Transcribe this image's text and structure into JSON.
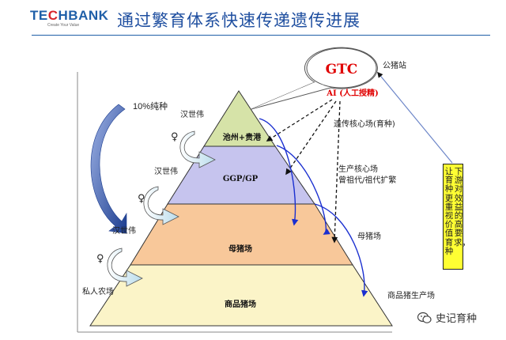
{
  "logo": {
    "brand_pre": "TE",
    "brand_accent": "C",
    "brand_post": "HBANK",
    "tagline": "Create Your Value"
  },
  "title": "通过繁育体系快速传递遗传进展",
  "gtc": {
    "label": "GTC",
    "ai": "AI (人工授精)"
  },
  "pyramid": {
    "levels": [
      {
        "label": "池州+贵港",
        "color": "#d6e3a8"
      },
      {
        "label": "GGP/GP",
        "color": "#c6c4ee"
      },
      {
        "label": "母猪场",
        "color": "#f8c89a"
      },
      {
        "label": "商品猪场",
        "color": "#fbf4c8"
      }
    ]
  },
  "left": {
    "pure": "10%纯种",
    "breed1": "汉世伟",
    "breed2": "汉世伟",
    "breed3": "汉世伟",
    "farm": "私人农场",
    "female": "♀"
  },
  "right": {
    "boar": "公猪站",
    "core": "遗传核心场(育种)",
    "prod_core": "生产核心场",
    "prod_core2": "曾祖代/祖代扩繁",
    "sow": "母猪场",
    "commercial": "商品猪生产场"
  },
  "vertical_box": {
    "col_left": "让育种更重视价值育种",
    "col_right": "下游对效益的高要求，"
  },
  "watermark": "史记育种",
  "colors": {
    "title": "#1f4fa0",
    "brand": "#1f5fa8",
    "accent": "#d7262c",
    "ai": "#e00000",
    "box": "#ffff33"
  }
}
